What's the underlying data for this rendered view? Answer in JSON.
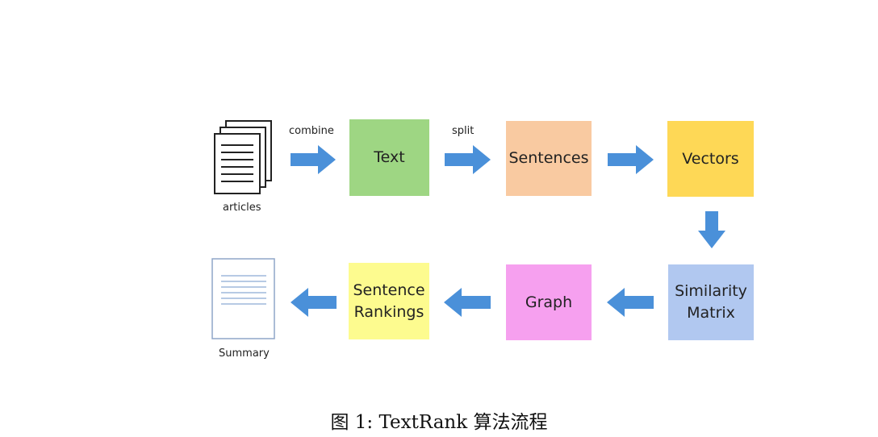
{
  "diagram": {
    "nodes": {
      "text": {
        "lines": [
          "Text"
        ],
        "color": "#9ed683"
      },
      "sentences": {
        "lines": [
          "Sentences"
        ],
        "color": "#f9caa1"
      },
      "vectors": {
        "lines": [
          "Vectors"
        ],
        "color": "#fed856"
      },
      "similarity": {
        "lines": [
          "Similarity",
          "Matrix"
        ],
        "color": "#b1c8f0"
      },
      "graph": {
        "lines": [
          "Graph"
        ],
        "color": "#f6a0ef"
      },
      "rankings": {
        "lines": [
          "Sentence",
          "Rankings"
        ],
        "color": "#fdfb8f"
      }
    },
    "labels": {
      "combine": "combine",
      "split": "split",
      "articles": "articles",
      "summary": "Summary"
    },
    "arrow_color": "#4a90d9",
    "icons": {
      "articles": "documents-stack-icon",
      "summary": "summary-document-icon"
    }
  },
  "caption": "图 1: TextRank 算法流程"
}
